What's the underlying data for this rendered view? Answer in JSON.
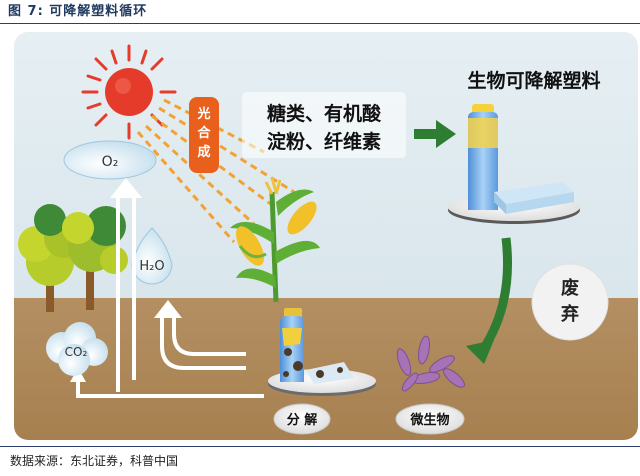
{
  "figure": {
    "title": "图 7:  可降解塑料循环",
    "source": "数据来源：东北证券，科普中国"
  },
  "diagram": {
    "photosynthesis_label": "光合成",
    "sugars_line1": "糖类、有机酸",
    "sugars_line2": "淀粉、纤维素",
    "bioplastic_label": "生物可降解塑料",
    "waste_line1": "废",
    "waste_line2": "弃",
    "decompose_label": "分 解",
    "microbes_label": "微生物",
    "o2_label": "O₂",
    "h2o_label": "H₂O",
    "co2_label": "CO₂"
  },
  "colors": {
    "sky": "#dde9ee",
    "soil": "#b08a5c",
    "arrow_green": "#2e7d32",
    "sun": "#e53b2a",
    "photosynthesis_badge": "#e8601c"
  }
}
